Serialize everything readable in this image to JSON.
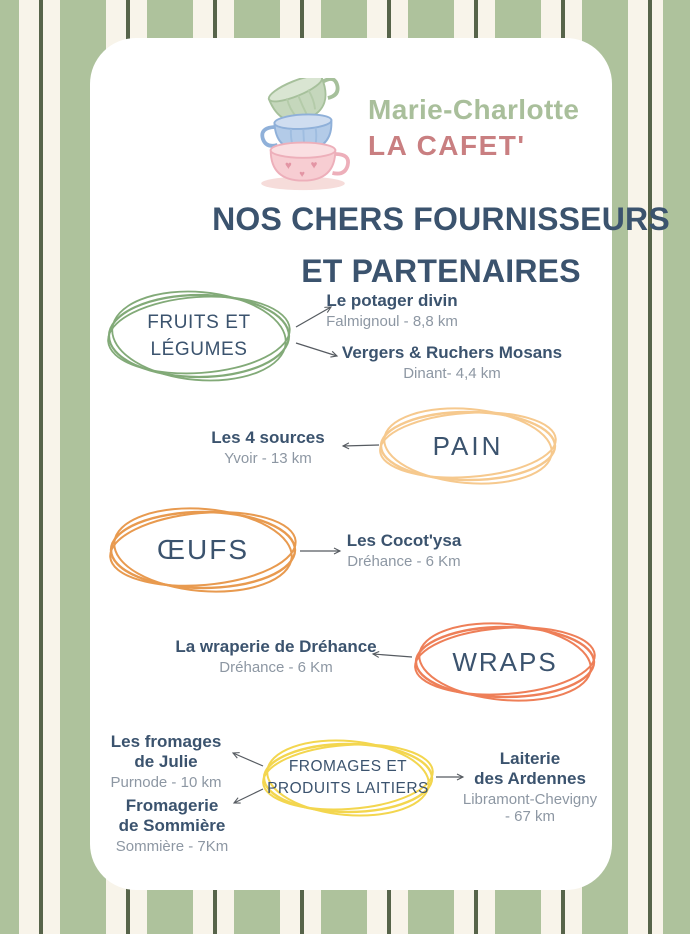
{
  "brand": {
    "name": "Marie-Charlotte",
    "subtitle": "LA CAFET'"
  },
  "title": {
    "line1": "NOS CHERS FOURNISSEURS",
    "line2": "ET PARTENAIRES"
  },
  "palette": {
    "stripe_green": "#aec29c",
    "stripe_cream": "#f8f4ea",
    "stripe_dark": "#57644a",
    "card_bg": "#ffffff",
    "navy": "#3b536e",
    "gray": "#8d97a3",
    "brand_green": "#a9bf9b",
    "brand_rose": "#c97f81",
    "arrow": "#565b61"
  },
  "icons": {
    "logo": "stacked-teacups-icon"
  },
  "sections": [
    {
      "id": "fruits-legumes",
      "label_lines": [
        "FRUITS ET",
        "LÉGUMES"
      ],
      "circle_color": "#82aa78",
      "suppliers": [
        {
          "name_lines": [
            "Le potager divin"
          ],
          "location_lines": [
            "Falmignoul - 8,8 km"
          ]
        },
        {
          "name_lines": [
            "Vergers & Ruchers Mosans"
          ],
          "location_lines": [
            "Dinant- 4,4 km"
          ]
        }
      ]
    },
    {
      "id": "pain",
      "label_lines": [
        "PAIN"
      ],
      "circle_color": "#f6c98e",
      "suppliers": [
        {
          "name_lines": [
            "Les 4 sources"
          ],
          "location_lines": [
            "Yvoir - 13 km"
          ]
        }
      ]
    },
    {
      "id": "oeufs",
      "label_lines": [
        "ŒUFS"
      ],
      "circle_color": "#e89a4f",
      "suppliers": [
        {
          "name_lines": [
            "Les Cocot'ysa"
          ],
          "location_lines": [
            "Dréhance - 6 Km"
          ]
        }
      ]
    },
    {
      "id": "wraps",
      "label_lines": [
        "WRAPS"
      ],
      "circle_color": "#ee7f58",
      "suppliers": [
        {
          "name_lines": [
            "La wraperie de Dréhance"
          ],
          "location_lines": [
            "Dréhance - 6 Km"
          ]
        }
      ]
    },
    {
      "id": "fromages-produits-laitiers",
      "label_lines": [
        "FROMAGES ET",
        "PRODUITS LAITIERS"
      ],
      "circle_color": "#f3d64f",
      "suppliers": [
        {
          "name_lines": [
            "Les fromages",
            "de Julie"
          ],
          "location_lines": [
            "Purnode - 10 km"
          ]
        },
        {
          "name_lines": [
            "Fromagerie",
            "de Sommière"
          ],
          "location_lines": [
            "Sommière - 7Km"
          ]
        },
        {
          "name_lines": [
            "Laiterie",
            "des Ardennes"
          ],
          "location_lines": [
            "Libramont-Chevigny",
            "- 67 km"
          ]
        }
      ]
    }
  ]
}
